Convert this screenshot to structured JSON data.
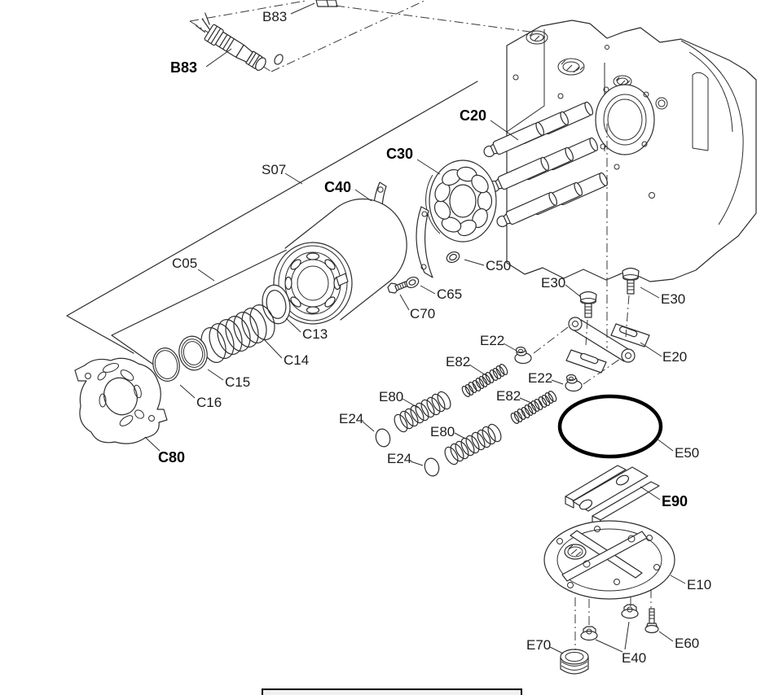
{
  "diagram_type": "exploded-parts-diagram-hydraulic-pump",
  "colors": {
    "background": "#ffffff",
    "line_art": "#2d2d2d",
    "label_text": "#1d1d1d",
    "bold_label_text": "#000000",
    "oring_stroke": "#000000",
    "footer_box_fill": "#f0f0f0"
  },
  "labels": {
    "b83_ref": "B83",
    "b83": "B83",
    "c20": "C20",
    "c30": "C30",
    "s07": "S07",
    "c40": "C40",
    "c05": "C05",
    "c50": "C50",
    "c65": "C65",
    "c70": "C70",
    "c13": "C13",
    "c14": "C14",
    "c15": "C15",
    "c16": "C16",
    "c80": "C80",
    "e30_left": "E30",
    "e30_right": "E30",
    "e22_left": "E22",
    "e20": "E20",
    "e82_top": "E82",
    "e22_right": "E22",
    "e80_top": "E80",
    "e82_bottom": "E82",
    "e24_top": "E24",
    "e80_bottom": "E80",
    "e24_bottom": "E24",
    "e50": "E50",
    "e90": "E90",
    "e10": "E10",
    "e70": "E70",
    "e40": "E40",
    "e60": "E60"
  }
}
